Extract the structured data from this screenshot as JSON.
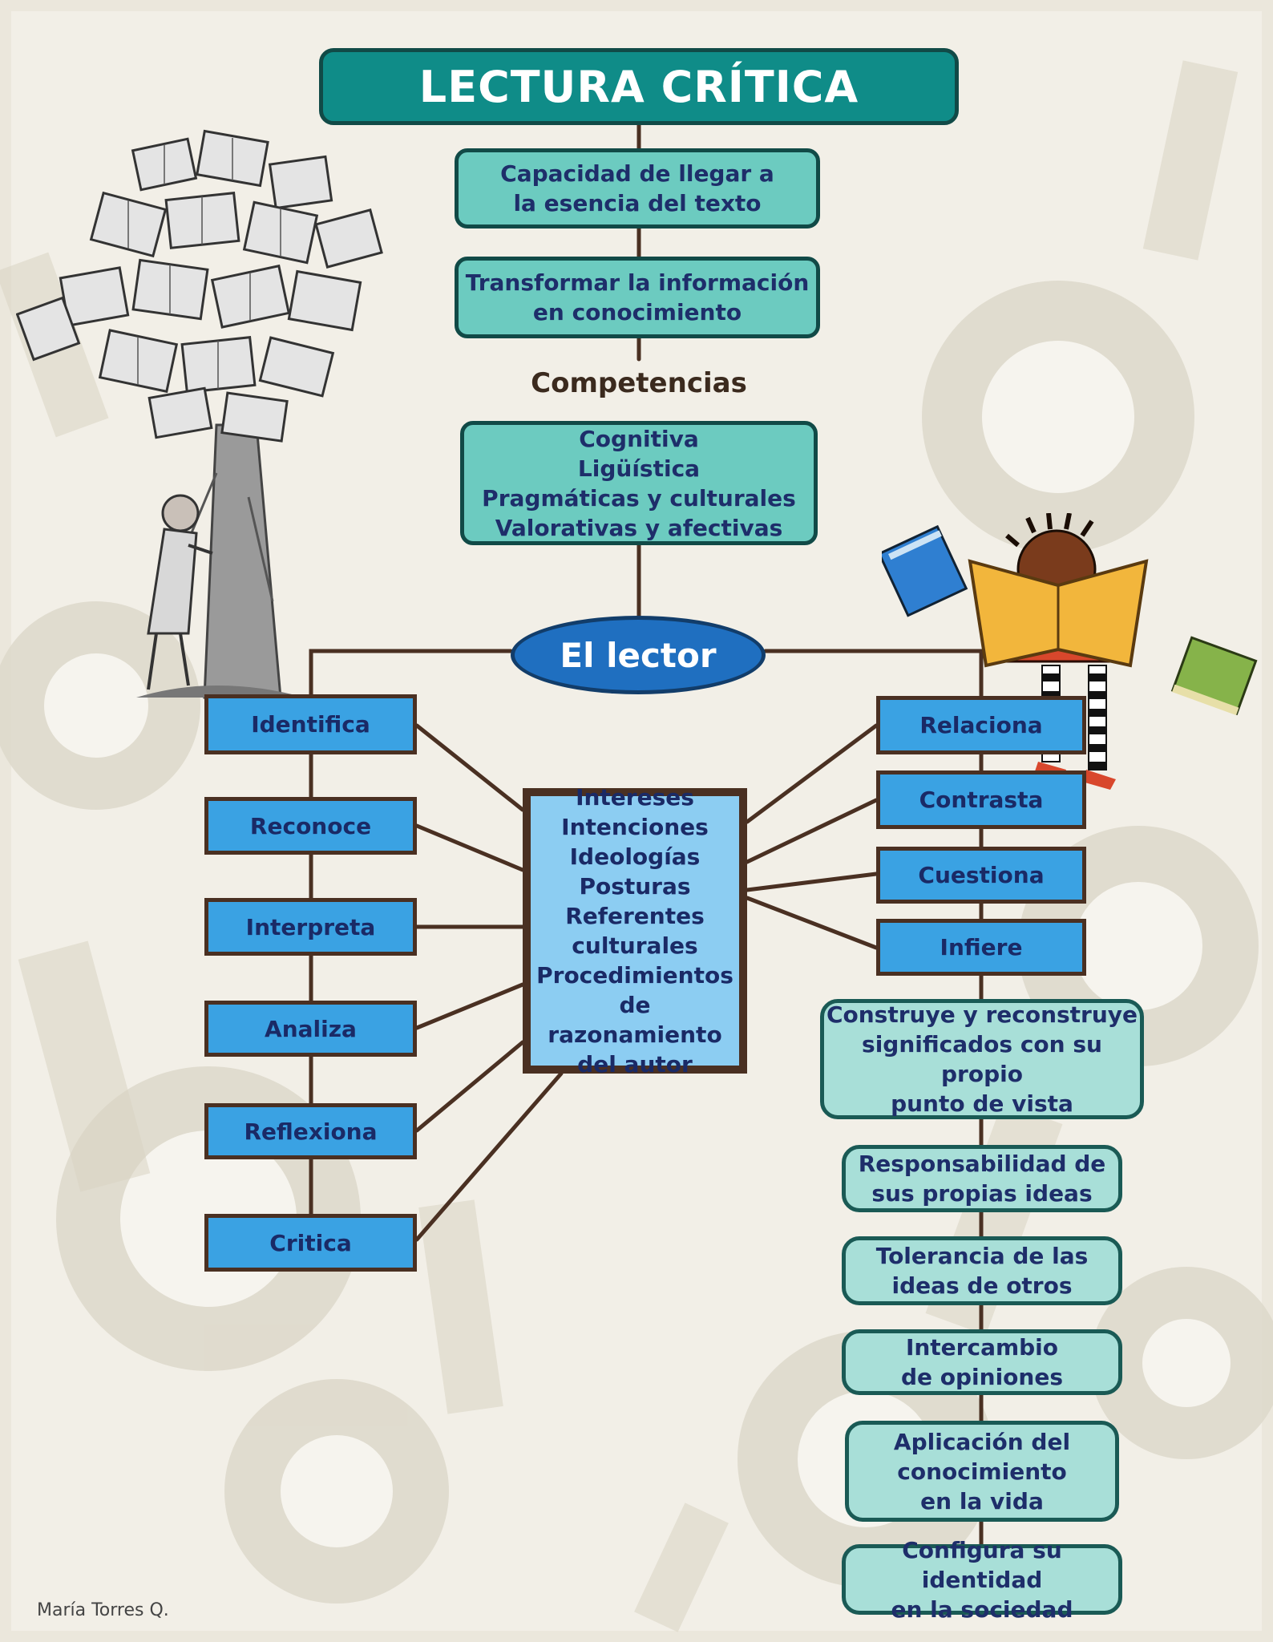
{
  "title": "LECTURA CRÍTICA",
  "top_boxes": [
    "Capacidad de llegar a\nla esencia del texto",
    "Transformar la información\nen conocimiento"
  ],
  "competencias_label": "Competencias",
  "competencias_box": "Cognitiva\nLigüística\nPragmáticas y culturales\nValorativas y afectivas",
  "center_node": "El lector",
  "left_actions": [
    "Identifica",
    "Reconoce",
    "Interpreta",
    "Analiza",
    "Reflexiona",
    "Critica"
  ],
  "right_actions": [
    "Relaciona",
    "Contrasta",
    "Cuestiona",
    "Infiere"
  ],
  "center_box": "Intereses\nIntenciones\nIdeologías\nPosturas\nReferentes\nculturales\nProcedimientos\nde razonamiento\ndel autor",
  "outcomes": [
    "Construye y reconstruye\nsignificados con su propio\npunto de vista",
    "Responsabilidad de\nsus propias ideas",
    "Tolerancia de las\nideas de otros",
    "Intercambio\nde opiniones",
    "Aplicación del\nconocimiento\nen la vida",
    "Configura su identidad\nen la sociedad"
  ],
  "author": "María Torres Q.",
  "colors": {
    "title_fill": "#0f8c88",
    "teal_box": "#6ccbc0",
    "mint_box": "#a8dfd8",
    "action_box": "#3aa2e3",
    "center_box": "#8ccdf2",
    "lector_ellipse": "#1f6fc0",
    "connector": "#4a3022"
  }
}
